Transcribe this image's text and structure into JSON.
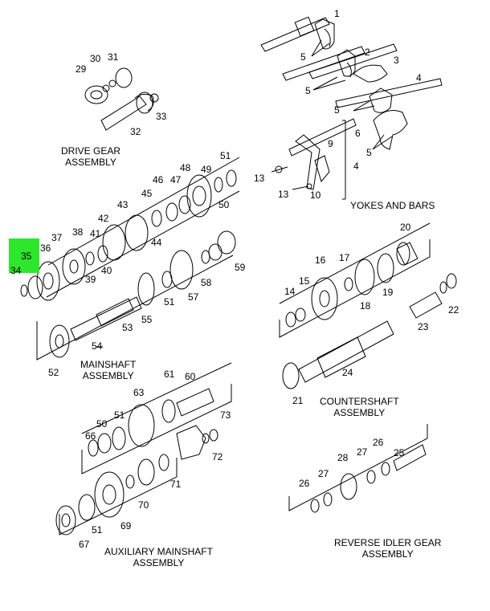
{
  "highlight_callout": "35",
  "sections": {
    "drive_gear": "DRIVE GEAR\nASSEMBLY",
    "yokes_bars": "YOKES AND BARS",
    "mainshaft": "MAINSHAFT\nASSEMBLY",
    "countershaft": "COUNTERSHAFT\nASSEMBLY",
    "aux_mainshaft": "AUXILIARY MAINSHAFT\nASSEMBLY",
    "reverse_idler": "REVERSE IDLER GEAR\nASSEMBLY"
  },
  "callouts": {
    "c1": "1",
    "c2": "2",
    "c3": "3",
    "c4": "4",
    "c5a": "5",
    "c5b": "5",
    "c5c": "5",
    "c5d": "5",
    "c6": "6",
    "c4b": "4",
    "c9": "9",
    "c10": "10",
    "c13a": "13",
    "c13b": "13",
    "c29": "29",
    "c30": "30",
    "c31": "31",
    "c32": "32",
    "c33": "33",
    "c34": "34",
    "c35": "35",
    "c36": "36",
    "c37": "37",
    "c38": "38",
    "c39": "39",
    "c40": "40",
    "c41": "41",
    "c42": "42",
    "c43": "43",
    "c44": "44",
    "c45": "45",
    "c46": "46",
    "c47": "47",
    "c48": "48",
    "c49": "49",
    "c50": "50",
    "c51": "51",
    "c52": "52",
    "c53": "53",
    "c54": "54",
    "c55": "55",
    "c51b": "51",
    "c57": "57",
    "c58": "58",
    "c59": "59",
    "c14": "14",
    "c15": "15",
    "c16": "16",
    "c17": "17",
    "c18": "18",
    "c19": "19",
    "c20": "20",
    "c21": "21",
    "c22": "22",
    "c23": "23",
    "c24": "24",
    "c60": "60",
    "c61": "61",
    "c63": "63",
    "c50b": "50",
    "c51c": "51",
    "c66": "66",
    "c73": "73",
    "c72": "72",
    "c71": "71",
    "c70": "70",
    "c69": "69",
    "c51d": "51",
    "c67": "67",
    "c25": "25",
    "c26": "26",
    "c26b": "26",
    "c27": "27",
    "c27b": "27",
    "c28": "28"
  },
  "footer_left": "",
  "footer_right": ""
}
